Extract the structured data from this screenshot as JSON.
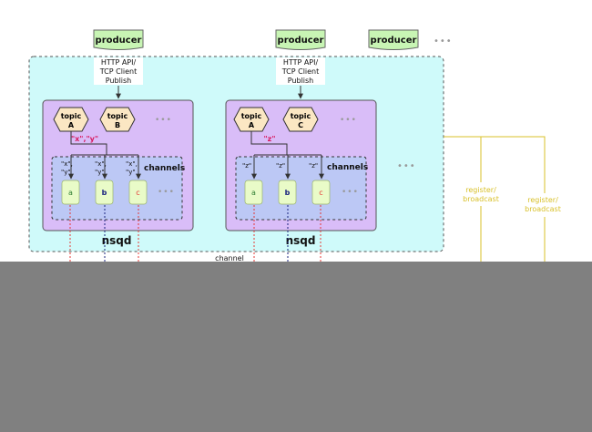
{
  "producers": [
    "producer",
    "producer",
    "producer"
  ],
  "more_marker": "•••",
  "publish_label": {
    "line1": "HTTP API/",
    "line2": "TCP Client",
    "line3": "Publish"
  },
  "nsqd_nodes": [
    {
      "label": "nsqd",
      "topics": [
        {
          "line1": "topic",
          "line2": "A"
        },
        {
          "line1": "topic",
          "line2": "B"
        }
      ],
      "messages": "\"x\",\"y\"",
      "channels_label": "channels",
      "channel_messages": [
        {
          "line1": "\"x\",",
          "line2": "\"y\""
        },
        {
          "line1": "\"x\",",
          "line2": "\"y\""
        },
        {
          "line1": "\"x\",",
          "line2": "\"y\""
        }
      ],
      "channels": [
        "a",
        "b",
        "c"
      ]
    },
    {
      "label": "nsqd",
      "topics": [
        {
          "line1": "topic",
          "line2": "A"
        },
        {
          "line1": "topic",
          "line2": "C"
        }
      ],
      "messages": "\"z\"",
      "channels_label": "channels",
      "channel_messages": [
        {
          "line1": "\"z\"",
          "line2": ""
        },
        {
          "line1": "\"z\"",
          "line2": ""
        },
        {
          "line1": "\"z\"",
          "line2": ""
        }
      ],
      "channels": [
        "a",
        "b",
        "c"
      ]
    }
  ],
  "register_labels": [
    {
      "line1": "register/",
      "line2": "broadcast"
    },
    {
      "line1": "register/",
      "line2": "broadcast"
    }
  ],
  "channel_caption": "channel",
  "colors": {
    "producer_fill": "#c8f5b4",
    "cluster_fill": "#cffafa",
    "nsqd_fill": "#d9bdf8",
    "channels_box_fill": "#bcc8f5",
    "topic_fill": "#fbe7c3",
    "channel_fill": "#e9fbc8",
    "register_color": "#d8c02a",
    "message_color": "#d81b60",
    "channel_a": "#2e7d32",
    "channel_b": "#1a237e",
    "channel_c": "#e53935"
  }
}
